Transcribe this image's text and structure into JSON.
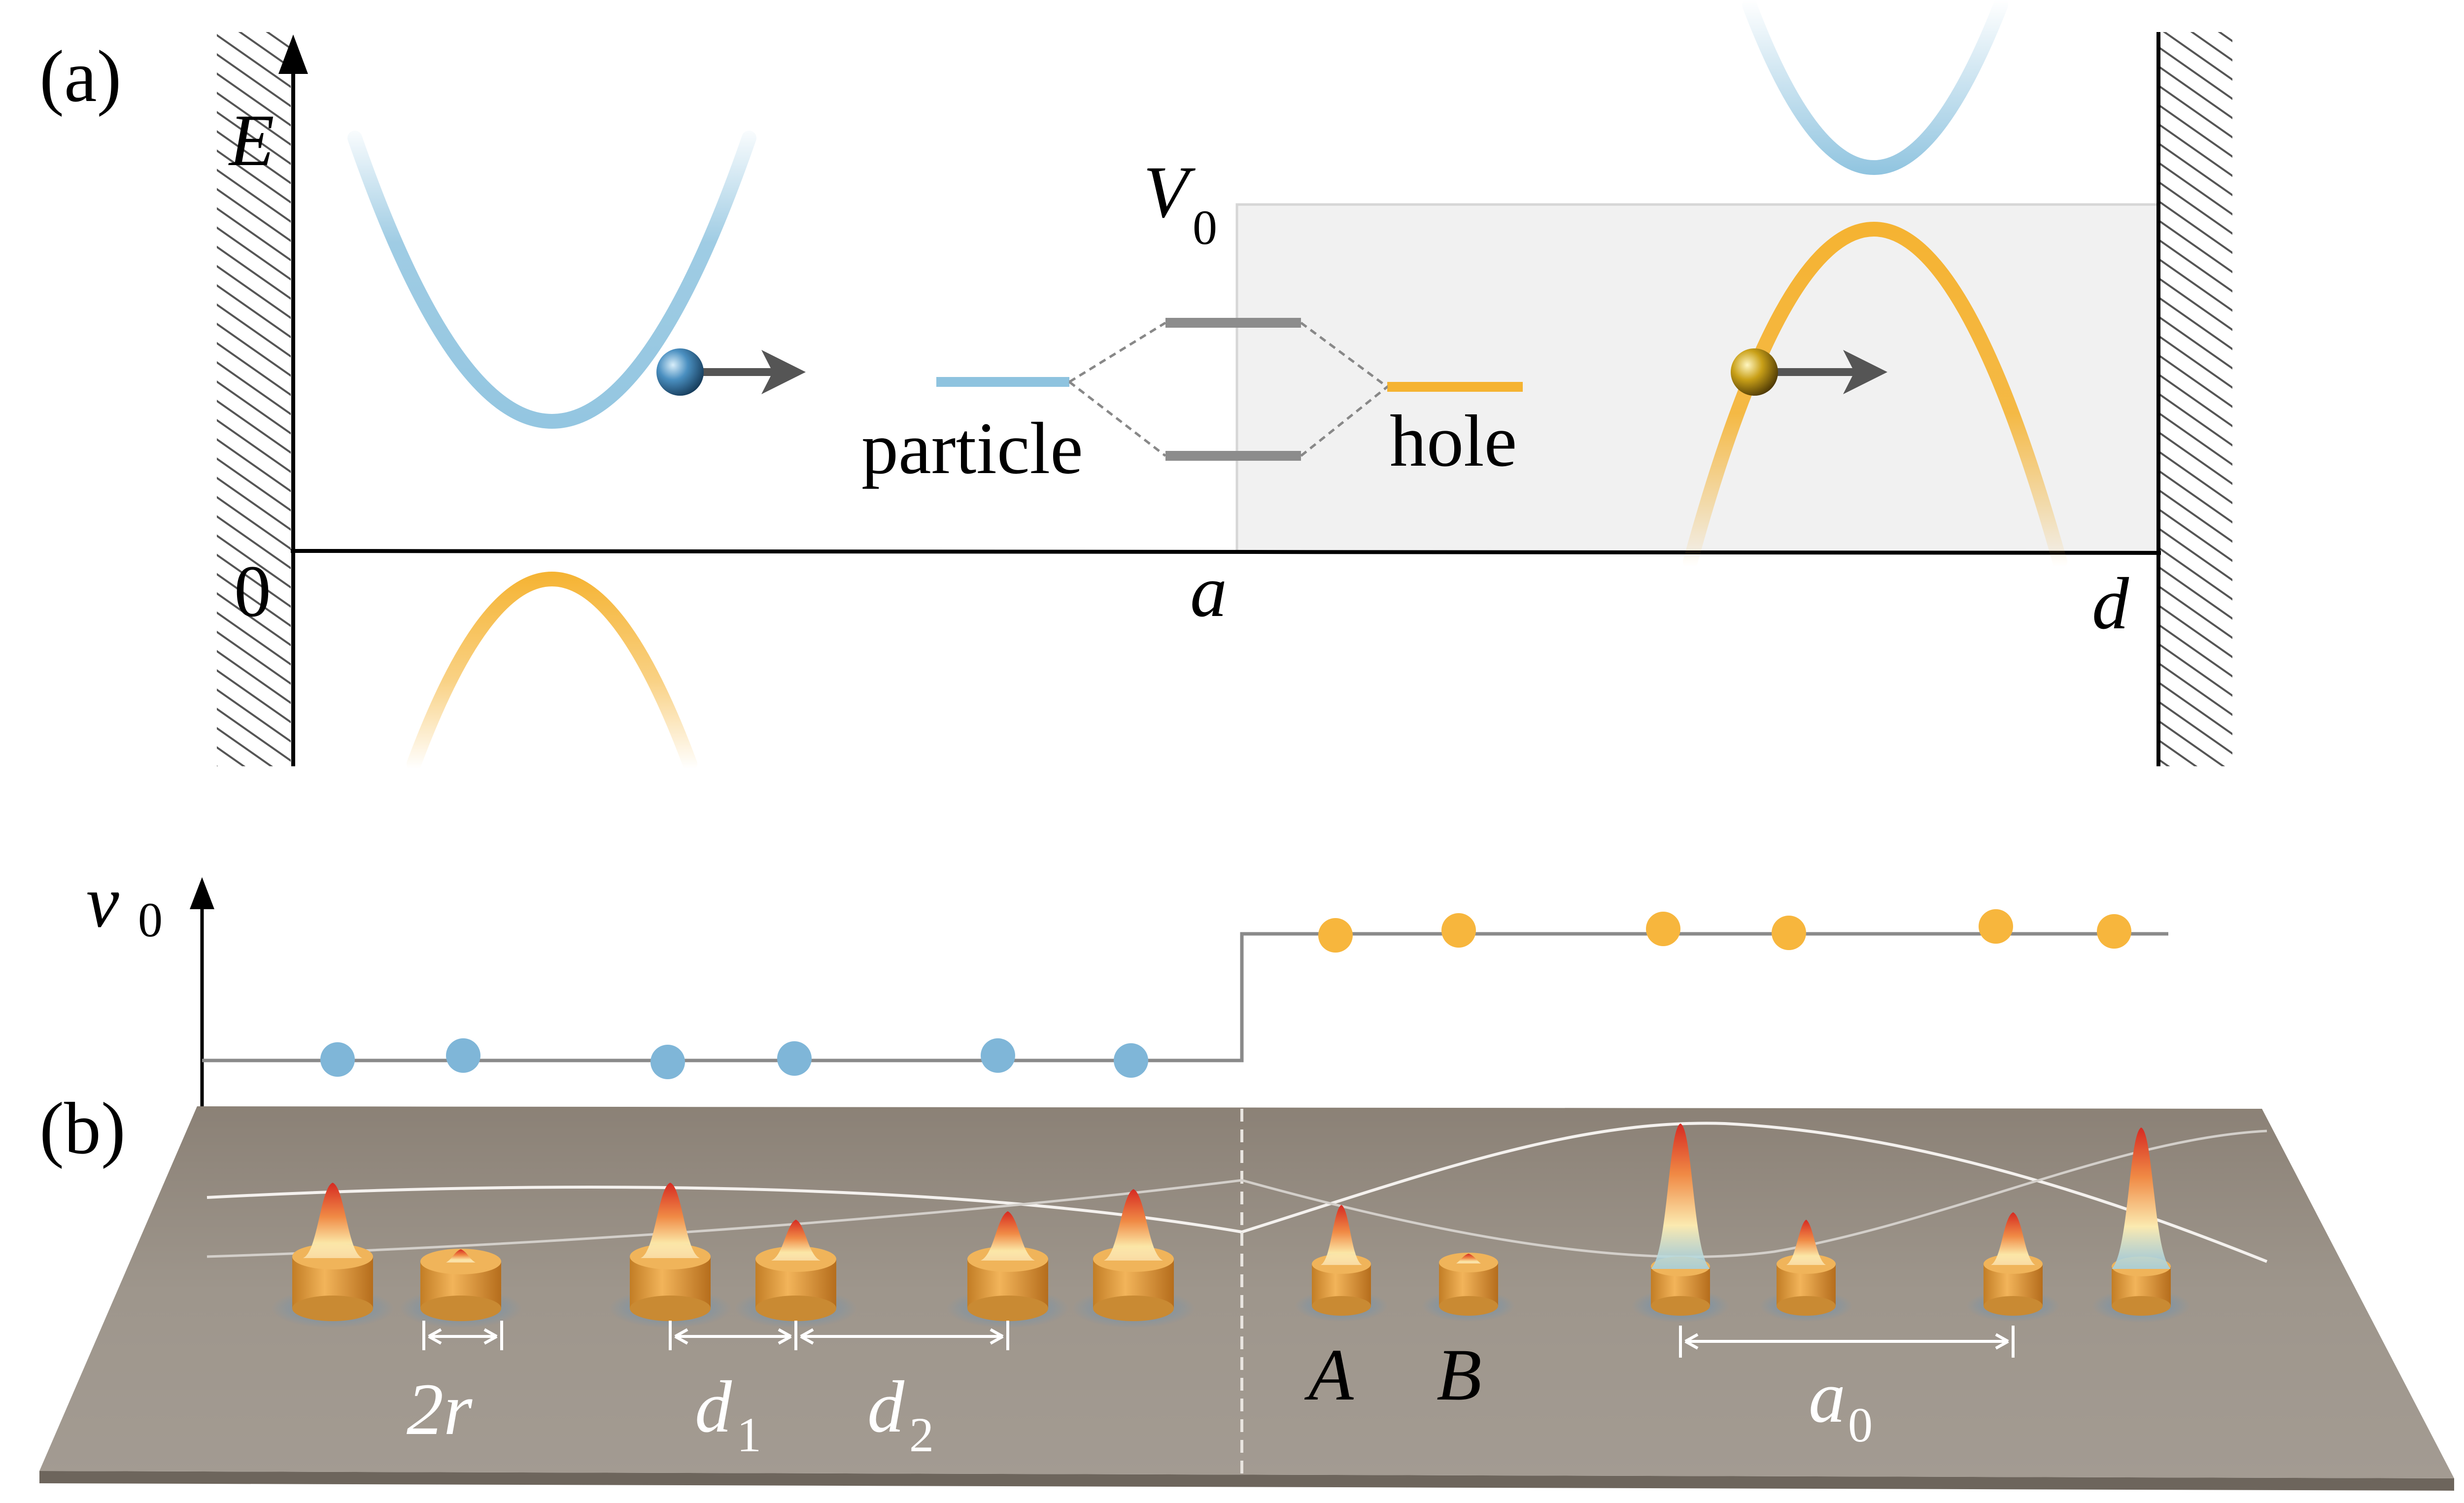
{
  "panel_a": {
    "panel_label": "(a)",
    "y_axis_label": "E",
    "origin_label": "0",
    "barrier_label": "V",
    "barrier_label_sub": "0",
    "pos_a_label": "a",
    "pos_d_label": "d",
    "level_left_label": "particle",
    "level_right_label": "hole"
  },
  "panel_b": {
    "panel_label": "(b)",
    "y_axis_label": "ν",
    "y_axis_label_sub": "0",
    "label_2r": "2r",
    "label_d1": "d",
    "label_d1_sub": "1",
    "label_d2": "d",
    "label_d2_sub": "2",
    "label_A": "A",
    "label_B": "B",
    "label_a0": "a",
    "label_a0_sub": "0"
  },
  "colors": {
    "particle_blue": "#8ec3df",
    "hole_orange": "#f5b332",
    "dot_blue": "#7fb6d8",
    "dot_orange": "#f7b63d",
    "barrier_fill": "#f1f1f1",
    "plate": "#9b9186",
    "cylinder": "#e0a040",
    "hatch": "#555555",
    "arrow_gray": "#555555"
  }
}
